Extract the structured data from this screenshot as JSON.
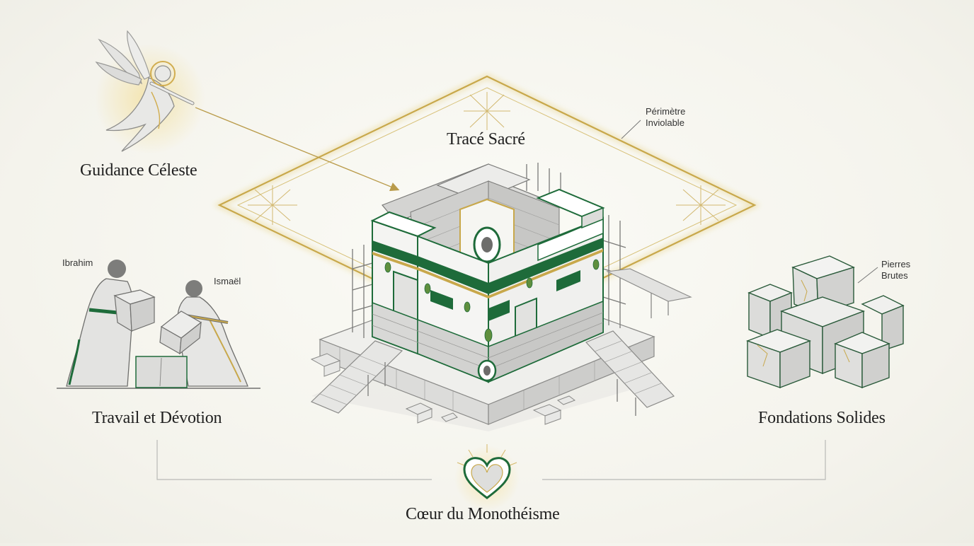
{
  "labels": {
    "guidance": "Guidance Céleste",
    "trace": "Tracé Sacré",
    "perimeter_line1": "Périmètre",
    "perimeter_line2": "Inviolable",
    "ibrahim": "Ibrahim",
    "ismael": "Ismaël",
    "travail": "Travail et Dévotion",
    "pierres_line1": "Pierres",
    "pierres_line2": "Brutes",
    "fondations": "Fondations Solides",
    "coeur": "Cœur du Monothéisme"
  },
  "icons": {
    "angel": "angel-icon",
    "builders": "builders-icon",
    "kaaba": "kaaba-construction-icon",
    "stones": "stone-blocks-icon",
    "heart": "heart-icon"
  },
  "colors": {
    "gold": "#c8a84b",
    "green": "#1e6b3a",
    "stone": "#d9d9d6",
    "ink": "#1f1f1f"
  }
}
